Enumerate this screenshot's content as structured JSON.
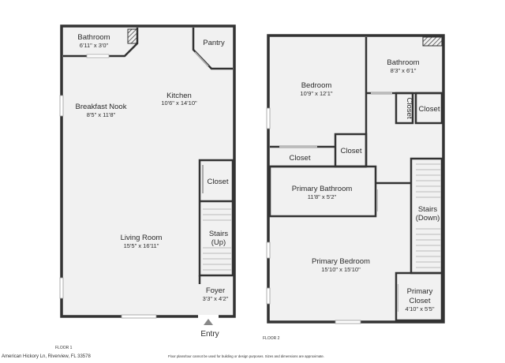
{
  "floor1": {
    "bathroom": {
      "name": "Bathroom",
      "dims": "6'11\" x 3'0\""
    },
    "pantry": {
      "name": "Pantry"
    },
    "kitchen": {
      "name": "Kitchen",
      "dims": "10'6\" x 14'10\""
    },
    "breakfast_nook": {
      "name": "Breakfast Nook",
      "dims": "8'5\" x 11'8\""
    },
    "closet": {
      "name": "Closet"
    },
    "stairs": {
      "name_line1": "Stairs",
      "name_line2": "(Up)"
    },
    "living_room": {
      "name": "Living Room",
      "dims": "15'5\" x 16'11\""
    },
    "foyer": {
      "name": "Foyer",
      "dims": "3'3\" x 4'2\""
    },
    "entry_label": "Entry",
    "floor_label": "FLOOR 1"
  },
  "floor2": {
    "bedroom": {
      "name": "Bedroom",
      "dims": "10'9\" x 12'1\""
    },
    "bathroom": {
      "name": "Bathroom",
      "dims": "8'3\" x 6'1\""
    },
    "closet_small_vertical": {
      "name": "Closet"
    },
    "closet_right": {
      "name": "Closet"
    },
    "closet_hall": {
      "name": "Closet"
    },
    "closet_bedroom": {
      "name": "Closet"
    },
    "primary_bathroom": {
      "name": "Primary Bathroom",
      "dims": "11'8\" x 5'2\""
    },
    "stairs": {
      "name_line1": "Stairs",
      "name_line2": "(Down)"
    },
    "primary_bedroom": {
      "name": "Primary Bedroom",
      "dims": "15'10\" x 15'10\""
    },
    "primary_closet": {
      "name_line1": "Primary",
      "name_line2": "Closet",
      "dims": "4'10\" x 5'5\""
    },
    "floor_label": "FLOOR 2"
  },
  "footer": {
    "address": "American Hickory Ln, Riverview, FL 33578",
    "disclaimer": "Floor plans/tour cannot be used for building or design purposes. Sizes and dimensions are approximate."
  },
  "colors": {
    "wall": "#333333",
    "floor_fill": "#f1f1f1",
    "window": "#b8b8b8",
    "background": "#ffffff"
  }
}
